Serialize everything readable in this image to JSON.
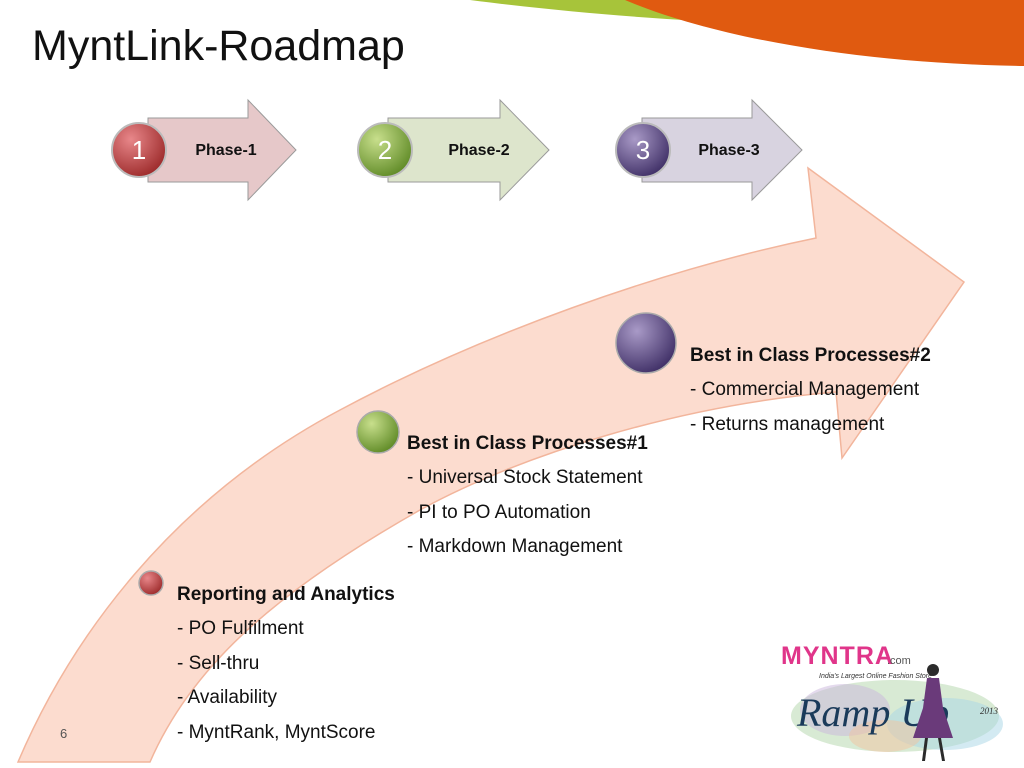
{
  "slide": {
    "title": "MyntLink-Roadmap",
    "page_number": "6"
  },
  "phases": [
    {
      "number": "1",
      "label": "Phase-1",
      "color": "#c0393f",
      "arrow_fill": "#e6c8c9"
    },
    {
      "number": "2",
      "label": "Phase-2",
      "color": "#7fa83c",
      "arrow_fill": "#dde5cc"
    },
    {
      "number": "3",
      "label": "Phase-3",
      "color": "#5c4a86",
      "arrow_fill": "#d8d3e0"
    }
  ],
  "milestones": [
    {
      "title": "Reporting and Analytics",
      "items": [
        "- PO Fulfilment",
        "- Sell-thru",
        "- Availability",
        "- MyntRank, MyntScore"
      ],
      "color": "#9c2a2a"
    },
    {
      "title": "Best in Class Processes#1",
      "items": [
        "- Universal Stock Statement",
        "- PI to PO Automation",
        "- Markdown Management"
      ],
      "color": "#7fa83c"
    },
    {
      "title": "Best in Class Processes#2",
      "items": [
        "- Commercial Management",
        "- Returns management"
      ],
      "color": "#5c4a86"
    }
  ],
  "logo": {
    "brand": "MYNTRA",
    "brand_suffix": ".com",
    "tagline": "India's Largest Online Fashion Store",
    "event": "Ramp Up",
    "event_year": "2013"
  },
  "colors": {
    "header_green": "#a7c43a",
    "header_orange": "#e05a10",
    "road_fill": "#fcdccf",
    "road_stroke": "#f2b59c"
  }
}
